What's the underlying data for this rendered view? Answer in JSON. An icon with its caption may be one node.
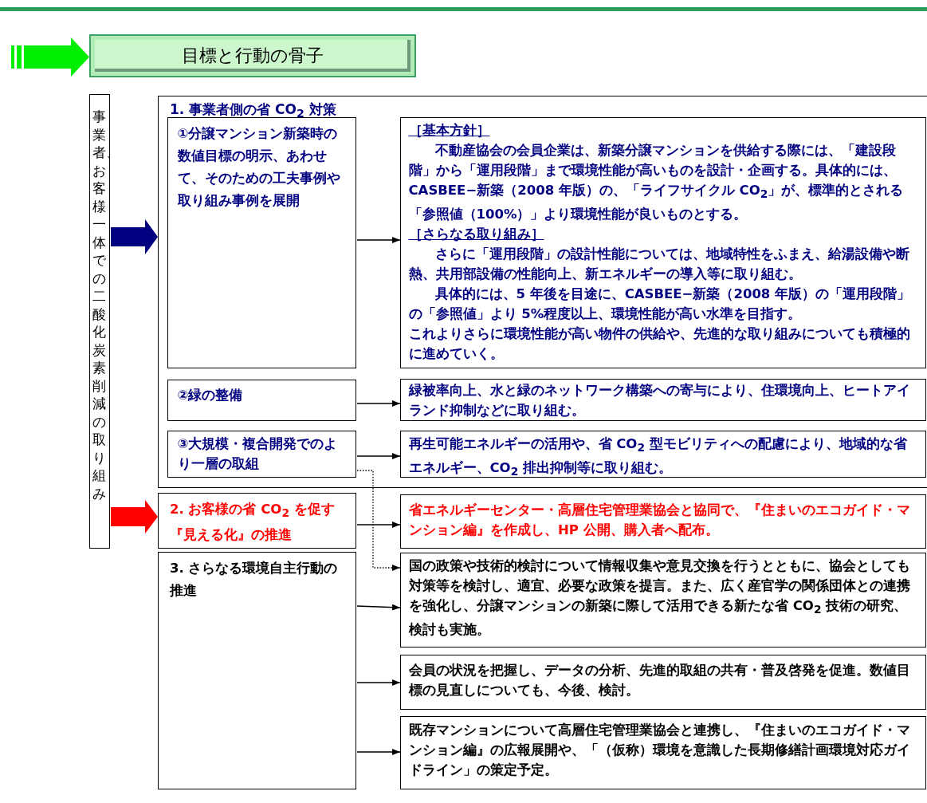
{
  "diagram": {
    "nodes": [
      {
        "text": [
          "目標と行動の骨子"
        ]
      },
      {
        "text": [
          "事業者、お客様一体での二酸化炭素削減の取り組み"
        ]
      },
      {
        "text": [
          "1. 事業者側の省 CO$_{2}$ 対策"
        ]
      },
      {
        "text": [
          "①分譲マンション新築時の数値目標の明示、あわせて、そのための工夫事例や取り組み事例を展開"
        ],
        "in": 2
      },
      {
        "text": [
          "［基本方針］",
          "不動産協会の会員企業は、新築分譲マンションを供給する際には、「建設段階」から「運用段階」まで環境性能が高いものを設計・企画する。具体的には、CASBEE−新築（2008 年版）の、「ライフサイクル CO$_{2}$」が、標準的とされる「参照値（100%）」より環境性能が良いものとする。",
          "［さらなる取り組み］",
          "さらに「運用段階」の設計性能については、地域特性をふまえ、給湯設備や断熱、共用部設備の性能向上、新エネルギーの導入等に取り組む。",
          "具体的には、5 年後を目途に、CASBEE−新築（2008 年版）の「運用段階」の「参照値」より 5%程度以上、環境性能が高い水準を目指す。",
          "これよりさらに環境性能が高い物件の供給や、先進的な取り組みについても積極的に進めていく。"
        ],
        "in": 2
      },
      {
        "text": [
          "②緑の整備"
        ],
        "in": 2
      },
      {
        "text": [
          "緑被率向上、水と緑のネットワーク構築への寄与により、住環境向上、ヒートアイランド抑制などに取り組む。"
        ],
        "in": 2
      },
      {
        "text": [
          "③大規模・複合開発でのより一層の取組"
        ],
        "in": 2
      },
      {
        "text": [
          "再生可能エネルギーの活用や、省 CO$_{2}$ 型モビリティへの配慮により、地域的な省エネルギー、CO$_{2}$ 排出抑制等に取り組む。"
        ],
        "in": 2
      },
      {
        "text": [
          "2. お客様の省 CO$_{2}$ を促す『見える化』の推進"
        ]
      },
      {
        "text": [
          "省エネルギーセンター・高層住宅管理業協会と協同で、『住まいのエコガイド・マンション編』を作成し、HP 公開、購入者へ配布。"
        ]
      },
      {
        "text": [
          "3. さらなる環境自主行動の推進"
        ]
      },
      {
        "text": [
          "国の政策や技術的検討について情報収集や意見交換を行うとともに、協会としても対策等を検討し、適宜、必要な政策を提言。また、広く産官学の関係団体との連携を強化し、分譲マンションの新築に際して活用できる新たな省 CO$_{2}$ 技術の研究、検討も実施。"
        ]
      },
      {
        "text": [
          "会員の状況を把握し、データの分析、先進的取組の共有・普及啓発を促進。数値目標の見直しについても、今後、検討。"
        ]
      },
      {
        "text": [
          "既存マンションについて高層住宅管理業協会と連携し、『住まいのエコガイド・マンション編』の広報展開や、「（仮称）環境を意識した長期修繕計画環境対応ガイドライン」の策定予定。"
        ]
      }
    ],
    "edges": [
      {
        "from": null,
        "to": 0,
        "arrow": "to",
        "color": "#00ee00"
      },
      {
        "from": 1,
        "to": 2,
        "arrow": "to",
        "color": "#000080"
      },
      {
        "from": 1,
        "to": 9,
        "arrow": "to",
        "color": "#ff0000"
      },
      {
        "from": 3,
        "to": 4,
        "arrow": "to"
      },
      {
        "from": 5,
        "to": 6,
        "arrow": "to"
      },
      {
        "from": 7,
        "to": 8,
        "arrow": "to"
      },
      {
        "from": 7,
        "to": 12,
        "arrow": "to",
        "style": "dashed"
      },
      {
        "from": 9,
        "to": 10,
        "arrow": "to"
      },
      {
        "from": 11,
        "to": 12,
        "arrow": "to"
      },
      {
        "from": 11,
        "to": 13,
        "arrow": "to"
      },
      {
        "from": 11,
        "to": 14,
        "arrow": "to"
      }
    ]
  }
}
